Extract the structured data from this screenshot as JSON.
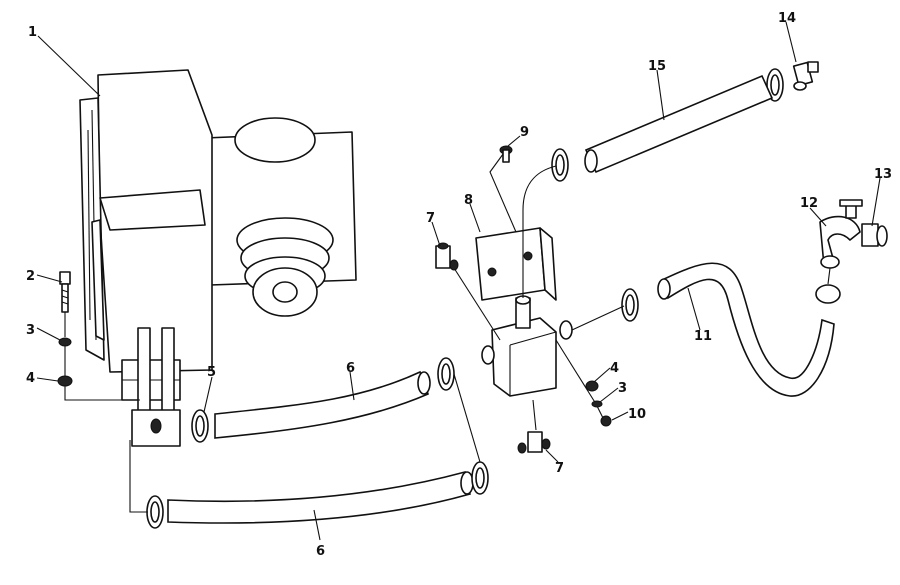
{
  "callouts": [
    {
      "id": "c1",
      "label": "1"
    },
    {
      "id": "c2",
      "label": "2"
    },
    {
      "id": "c3a",
      "label": "3"
    },
    {
      "id": "c4a",
      "label": "4"
    },
    {
      "id": "c5",
      "label": "5"
    },
    {
      "id": "c6a",
      "label": "6"
    },
    {
      "id": "c6b",
      "label": "6"
    },
    {
      "id": "c7a",
      "label": "7"
    },
    {
      "id": "c8",
      "label": "8"
    },
    {
      "id": "c9",
      "label": "9"
    },
    {
      "id": "c4b",
      "label": "4"
    },
    {
      "id": "c3b",
      "label": "3"
    },
    {
      "id": "c10",
      "label": "10"
    },
    {
      "id": "c7b",
      "label": "7"
    },
    {
      "id": "c11",
      "label": "11"
    },
    {
      "id": "c12",
      "label": "12"
    },
    {
      "id": "c13",
      "label": "13"
    },
    {
      "id": "c14",
      "label": "14"
    },
    {
      "id": "c15",
      "label": "15"
    }
  ]
}
